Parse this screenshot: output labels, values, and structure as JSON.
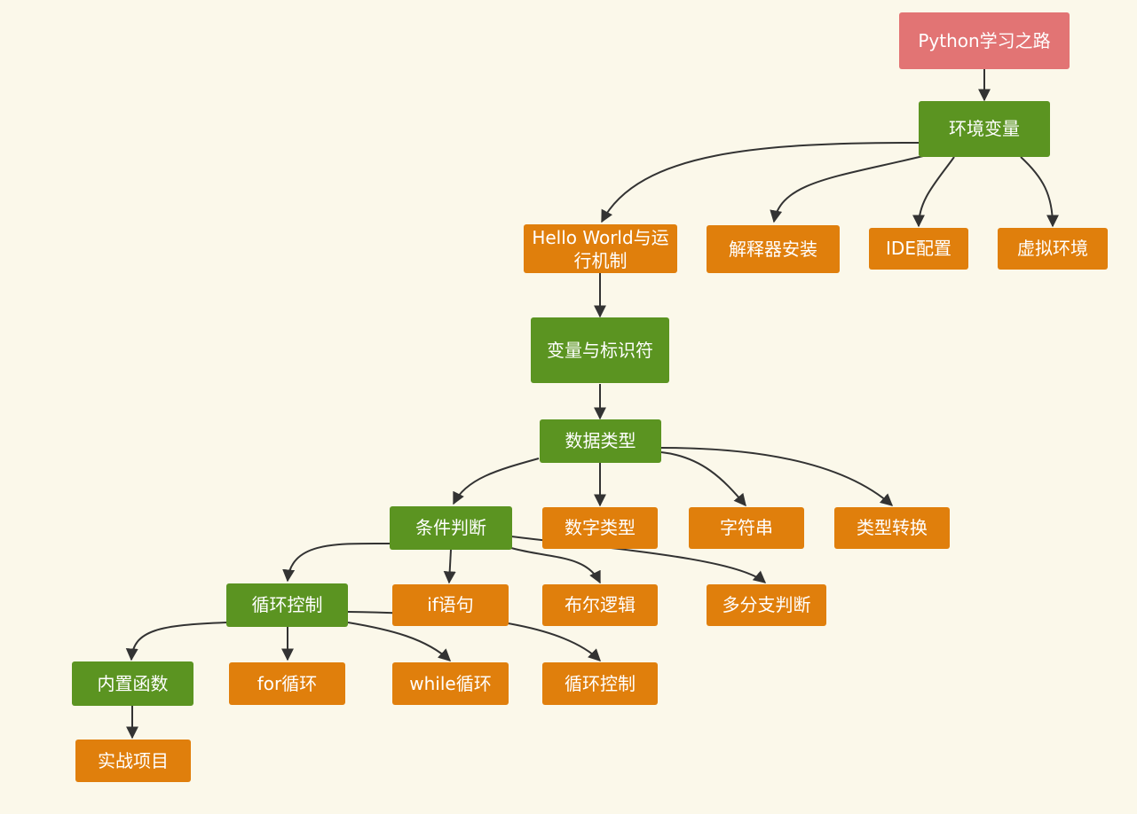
{
  "colors": {
    "background": "#fbf8ea",
    "root": "#e27474",
    "green": "#5b9421",
    "orange": "#e07f0c",
    "edge": "#333333"
  },
  "nodes": {
    "root": "Python学习之路",
    "env": "环境变量",
    "hello": "Hello World与运行机制",
    "interp": "解释器安装",
    "ide": "IDE配置",
    "venv": "虚拟环境",
    "vars": "变量与标识符",
    "types": "数据类型",
    "cond": "条件判断",
    "num": "数字类型",
    "str": "字符串",
    "conv": "类型转换",
    "loop": "循环控制",
    "if": "if语句",
    "bool": "布尔逻辑",
    "multi": "多分支判断",
    "builtin": "内置函数",
    "for": "for循环",
    "while": "while循环",
    "loopctl": "循环控制",
    "project": "实战项目"
  }
}
